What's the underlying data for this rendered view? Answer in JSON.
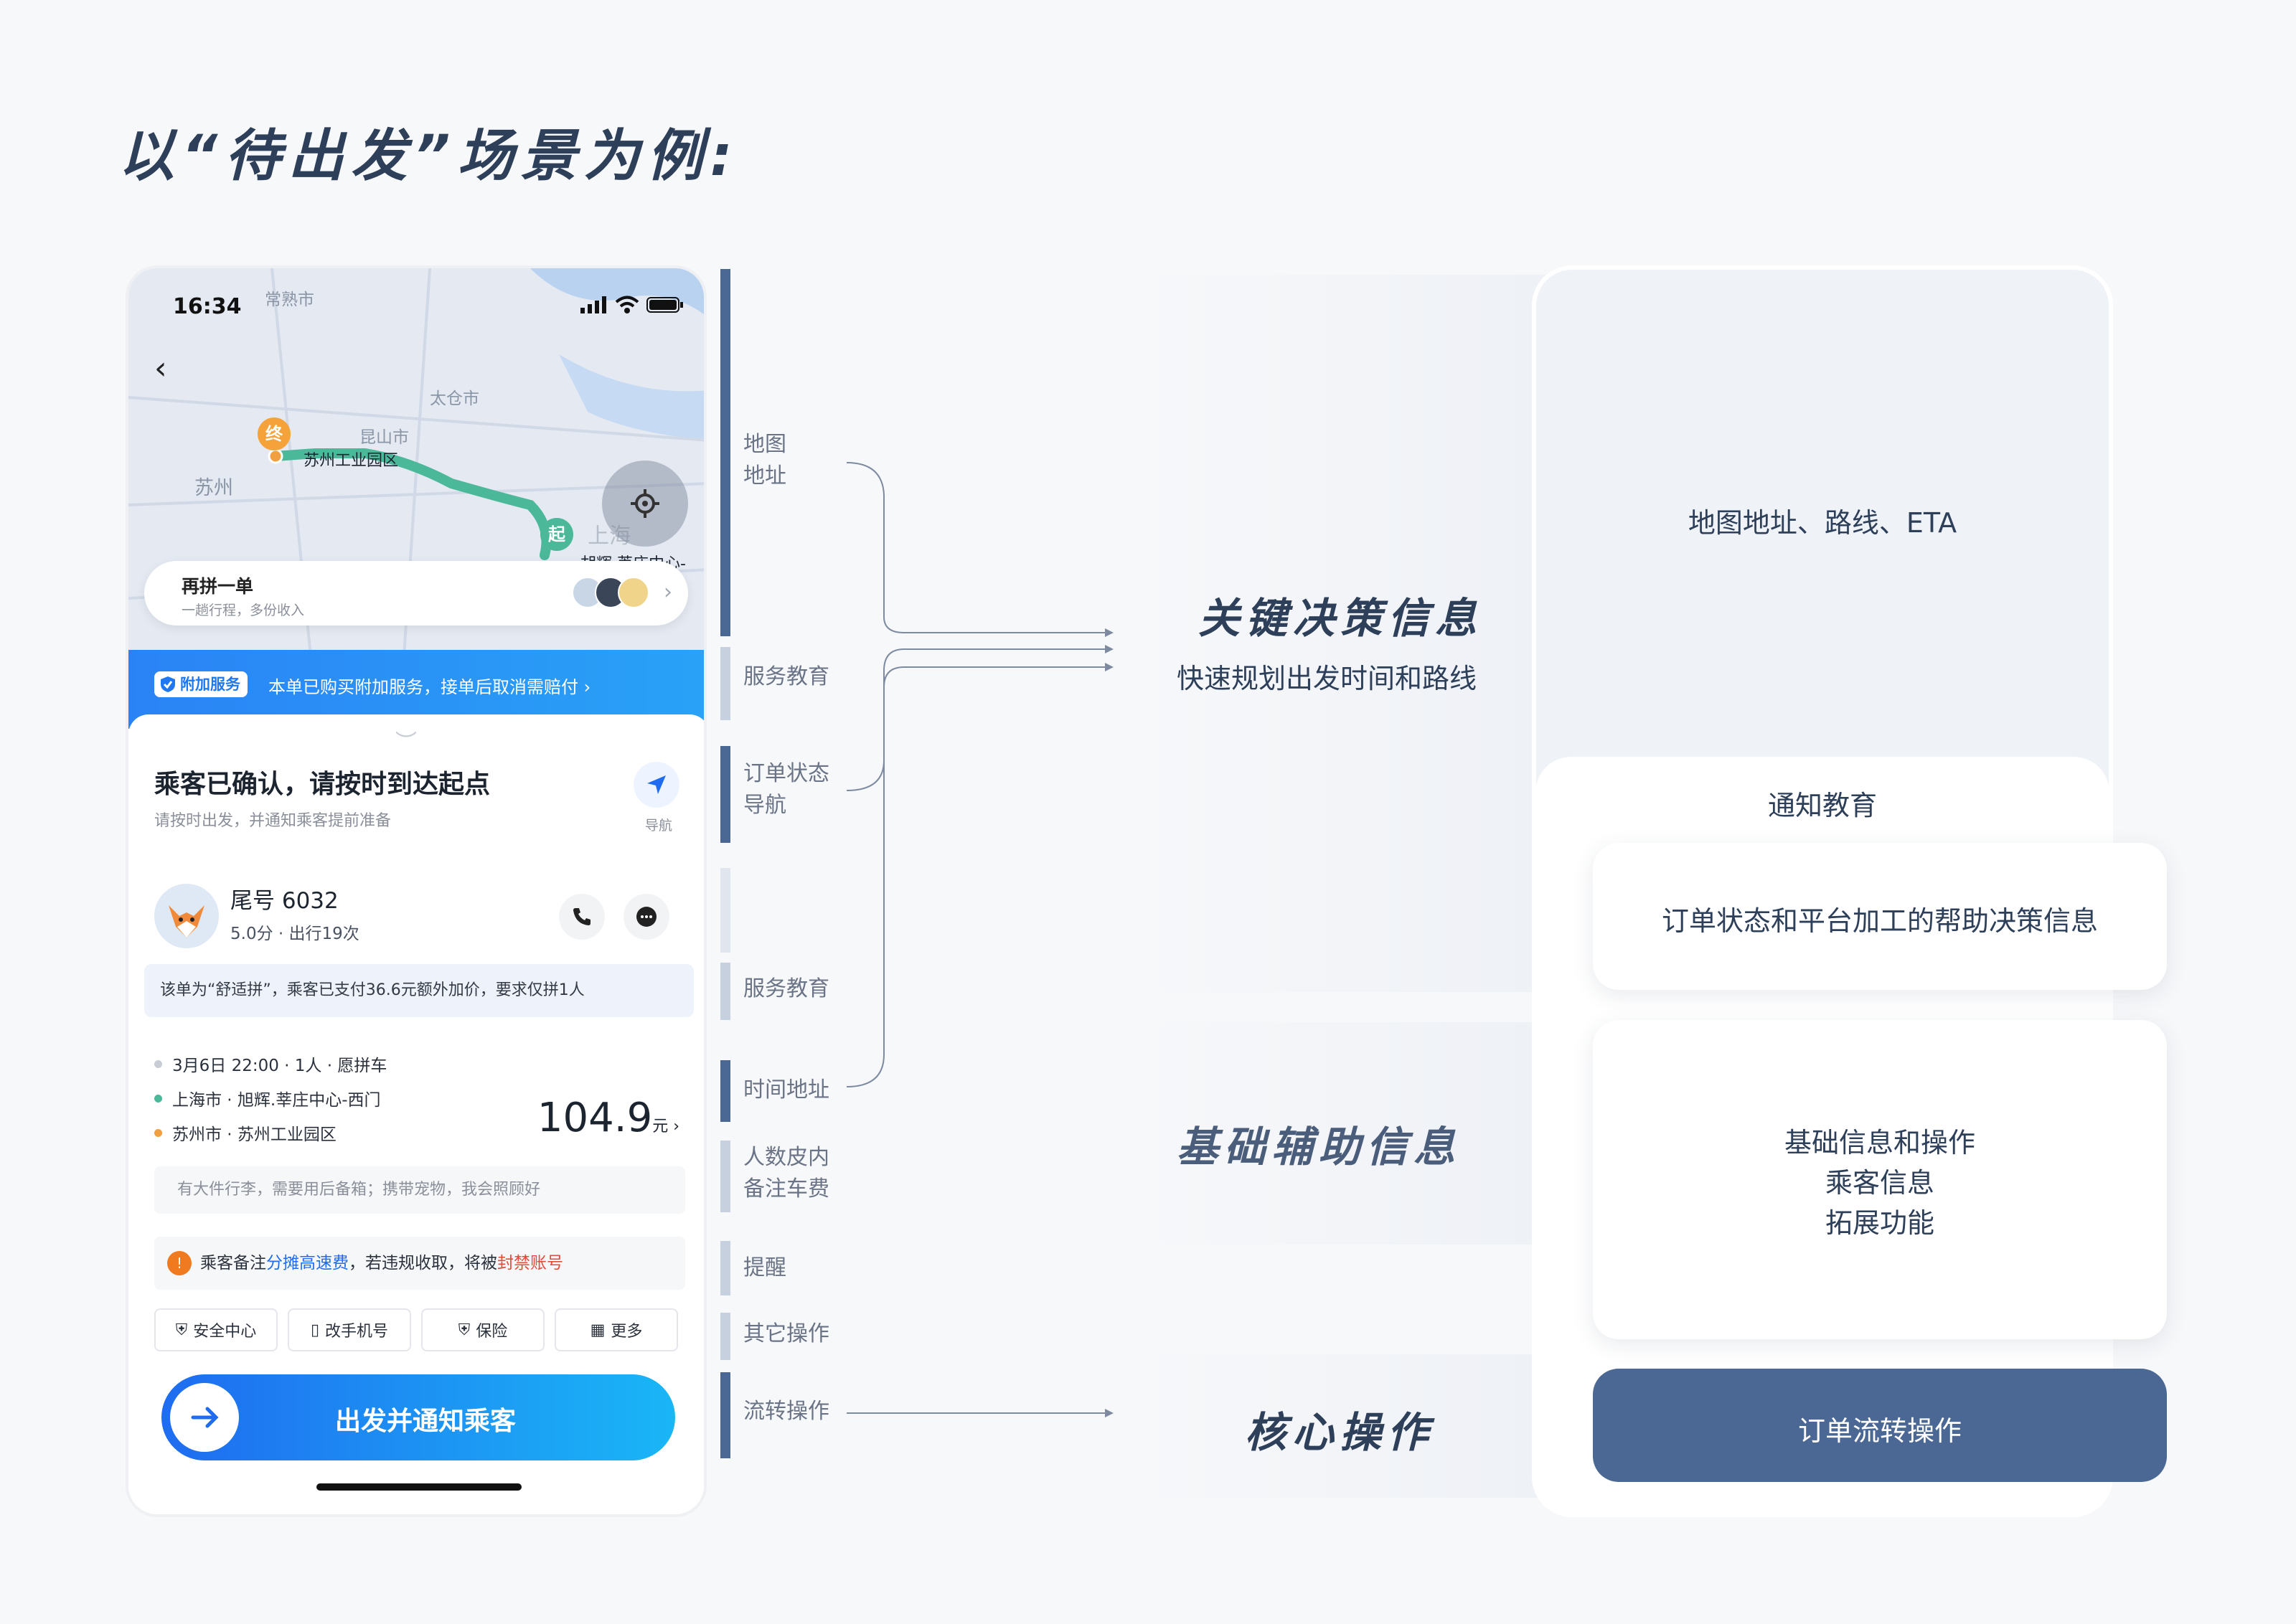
{
  "heading": "以“待出发”场景为例:",
  "phone": {
    "status_time": "16:34",
    "map_labels": [
      "常熟市",
      "太仓市",
      "昆山市",
      "苏州",
      "苏州工业园区",
      "上海",
      "胡辉·莘庄中心-"
    ],
    "end_marker": "终",
    "start_marker": "起",
    "repin_title": "再拼一单",
    "repin_sub": "一趟行程，多份收入",
    "notice_badge": "附加服务",
    "notice_text": "本单已购买附加服务，接单后取消需赔付 ›",
    "status_title": "乘客已确认，请按时到达起点",
    "status_sub": "请按时出发，并通知乘客提前准备",
    "nav_label": "导航",
    "passenger_name": "尾号 6032",
    "passenger_meta": "5.0分 · 出行19次",
    "comfort_note": "该单为“舒适拼”，乘客已支付36.6元额外加价，要求仅拼1人",
    "trip_info": "3月6日 22:00 · 1人 · 愿拼车",
    "from": "上海市 · 旭辉.莘庄中心-西门",
    "to": "苏州市 · 苏州工业园区",
    "price": "104.9",
    "price_unit": "元 ›",
    "luggage_note": "有大件行李，需要用后备箱；携带宠物，我会照顾好",
    "warn_prefix": "乘客备注",
    "warn_blue": "分摊高速费",
    "warn_mid": "，若违规收取，将被",
    "warn_red": "封禁账号",
    "tools": [
      "安全中心",
      "改手机号",
      "保险",
      "更多"
    ],
    "go_button": "出发并通知乘客"
  },
  "sections": {
    "map_addr": "地图\n地址",
    "service_edu_1": "服务教育",
    "order_status": "订单状态\n导航",
    "service_edu_2": "服务教育",
    "time_addr": "时间地址",
    "people": "人数皮内\n备注车费",
    "remind": "提醒",
    "other_ops": "其它操作",
    "flow_ops": "流转操作"
  },
  "middle": {
    "key_title": "关键决策信息",
    "key_sub": "快速规划出发时间和路线",
    "basic_title": "基础辅助信息",
    "core_title": "核心操作"
  },
  "right": {
    "map_text": "地图地址、路线、ETA",
    "notify": "通知教育",
    "order_help": "订单状态和平台加工的帮助决策信息",
    "basic_lines": [
      "基础信息和操作",
      "乘客信息",
      "拓展功能"
    ],
    "core": "订单流转操作"
  },
  "colors": {
    "accent_dark": "#4a6893",
    "primary_blue": "#1f6cf0",
    "route_green": "#4cb89a",
    "warn_orange": "#f07a1f"
  }
}
